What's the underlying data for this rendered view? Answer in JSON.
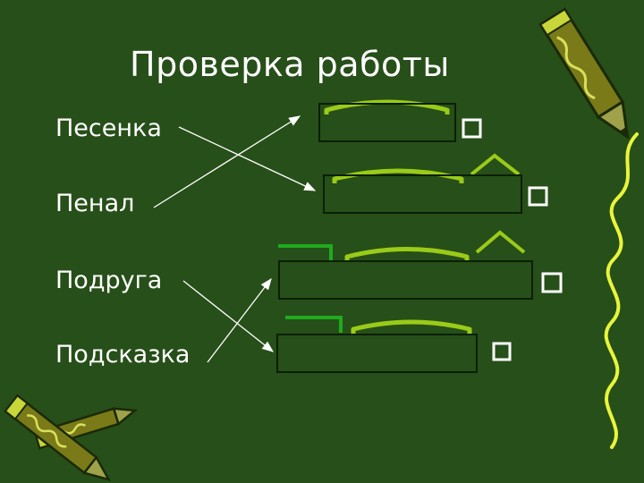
{
  "slide": {
    "title": "Проверка работы",
    "words": [
      "Песенка",
      "Пенал",
      "Подруга",
      "Подсказка"
    ]
  },
  "colors": {
    "background": "#274f19",
    "text": "#ffffff",
    "schema_highlight": "#9acb18",
    "prefix_mark": "#1faa1f",
    "box_outline": "#0b1f06",
    "checkbox": "#ffffff",
    "arrow": "#ffffff",
    "squiggle": "#e8f53b"
  },
  "icons": [
    "pencil-icon",
    "crossed-pencils-icon",
    "decorative-squiggle"
  ]
}
